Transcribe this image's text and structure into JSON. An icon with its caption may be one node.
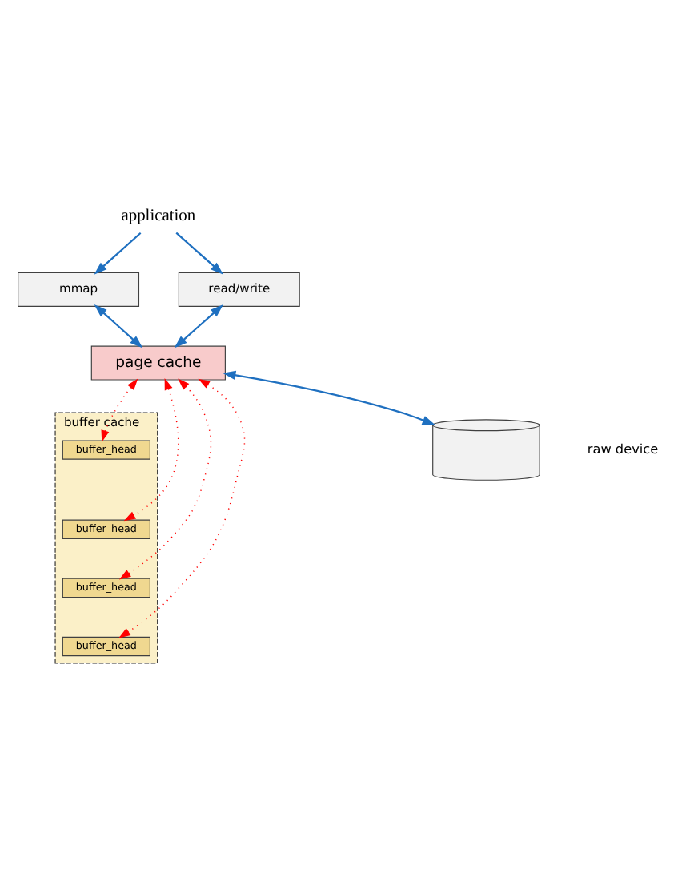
{
  "diagram": {
    "nodes": [
      {
        "text": [
          "application"
        ]
      },
      {
        "text": [
          "mmap"
        ]
      },
      {
        "text": [
          "read/write"
        ]
      },
      {
        "text": [
          "page cache"
        ]
      },
      {
        "text": [
          "buffer cache"
        ]
      },
      {
        "text": [
          "buffer_head"
        ],
        "in": 4
      },
      {
        "text": [
          "buffer_head"
        ],
        "in": 4
      },
      {
        "text": [
          "buffer_head"
        ],
        "in": 4
      },
      {
        "text": [
          "buffer_head"
        ],
        "in": 4
      },
      {
        "text": [],
        "shape": "cylinder",
        "beside": [
          "raw device"
        ]
      }
    ],
    "edges": [
      {
        "from": 0,
        "to": 1,
        "arrow": "to"
      },
      {
        "from": 0,
        "to": 2,
        "arrow": "to"
      },
      {
        "from": 1,
        "to": 3,
        "arrow": "both"
      },
      {
        "from": 2,
        "to": 3,
        "arrow": "both"
      },
      {
        "from": 3,
        "to": 9,
        "arrow": "both"
      },
      {
        "from": 3,
        "to": 5,
        "arrow": "both",
        "style": "dashed",
        "color": "#ff0000"
      },
      {
        "from": 3,
        "to": 6,
        "arrow": "both",
        "style": "dashed",
        "color": "#ff0000"
      },
      {
        "from": 3,
        "to": 7,
        "arrow": "both",
        "style": "dashed",
        "color": "#ff0000"
      },
      {
        "from": 3,
        "to": 8,
        "arrow": "both",
        "style": "dashed",
        "color": "#ff0000"
      }
    ]
  }
}
